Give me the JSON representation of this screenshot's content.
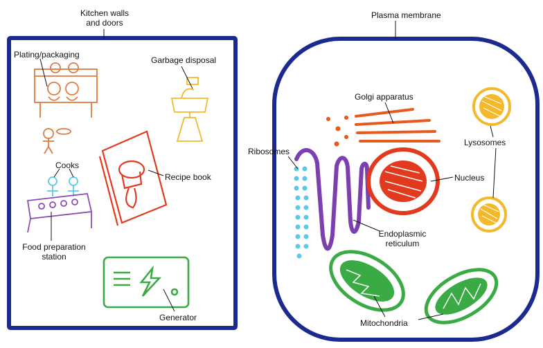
{
  "colors": {
    "outline": "#1b2a8f",
    "plating": "#e07a3c",
    "garbage": "#f3b92a",
    "recipe": "#e23a1e",
    "cooks": "#5fc8e6",
    "station": "#8b4bb8",
    "generator": "#3aaa44",
    "golgi": "#e8591e",
    "lysosome": "#f3b92a",
    "nucleus": "#e23a1e",
    "er": "#7b3fb0",
    "ribosome": "#5fc8e6",
    "mitochondria": "#3aaa44"
  },
  "kitchen": {
    "walls_label_line1": "Kitchen walls",
    "walls_label_line2": "and doors",
    "plating_label": "Plating/packaging",
    "garbage_label": "Garbage disposal",
    "cooks_label": "Cooks",
    "recipe_label": "Recipe book",
    "station_label_line1": "Food preparation",
    "station_label_line2": "station",
    "generator_label": "Generator"
  },
  "cell": {
    "membrane_label": "Plasma membrane",
    "golgi_label": "Golgi apparatus",
    "ribosomes_label": "Ribosomes",
    "lysosomes_label": "Lysosomes",
    "nucleus_label": "Nucleus",
    "er_label_line1": "Endoplasmic",
    "er_label_line2": "reticulum",
    "mitochondria_label": "Mitochondria"
  }
}
